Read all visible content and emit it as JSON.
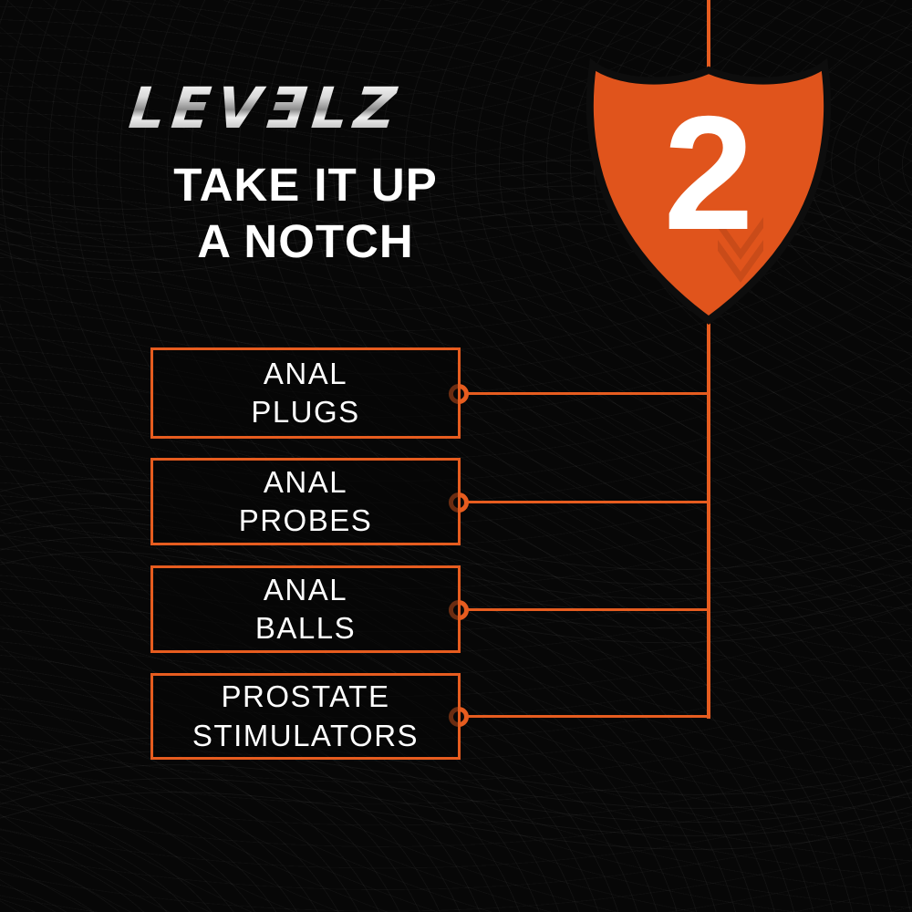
{
  "brand": {
    "logo": "LEVƎLZ"
  },
  "header": {
    "tagline_line1": "TAKE IT UP",
    "tagline_line2": "A NOTCH"
  },
  "level": {
    "number": "2"
  },
  "colors": {
    "accent": "#E65C1F",
    "background": "#070707",
    "text": "#FFFFFF",
    "logo_metallic": "#CFCFCF"
  },
  "items": [
    {
      "line1": "ANAL",
      "line2": "PLUGS"
    },
    {
      "line1": "ANAL",
      "line2": "PROBES"
    },
    {
      "line1": "ANAL",
      "line2": "BALLS"
    },
    {
      "line1": "PROSTATE",
      "line2": "STIMULATORS"
    }
  ]
}
